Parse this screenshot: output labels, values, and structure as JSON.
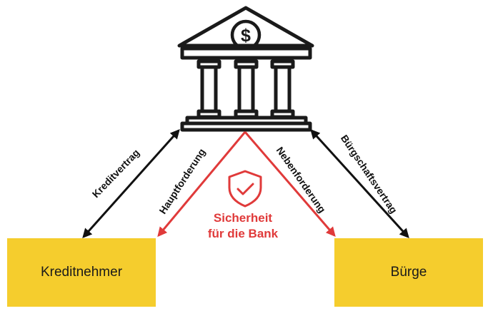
{
  "boxes": {
    "left_label": "Kreditnehmer",
    "right_label": "Bürge"
  },
  "relations": {
    "kredit": "Kreditvertrag",
    "haupt": "Hauptforderung",
    "neben": "Nebenforderung",
    "buerg": "Bürgschaftsvertrag"
  },
  "security": {
    "line1": "Sicherheit",
    "line2": "für die Bank"
  },
  "icons": {
    "bank": "bank-building-icon",
    "dollar": "dollar-icon",
    "shield": "shield-check-icon"
  },
  "colors": {
    "box": "#f5cd2d",
    "red": "#e03a3a",
    "black": "#111111"
  }
}
